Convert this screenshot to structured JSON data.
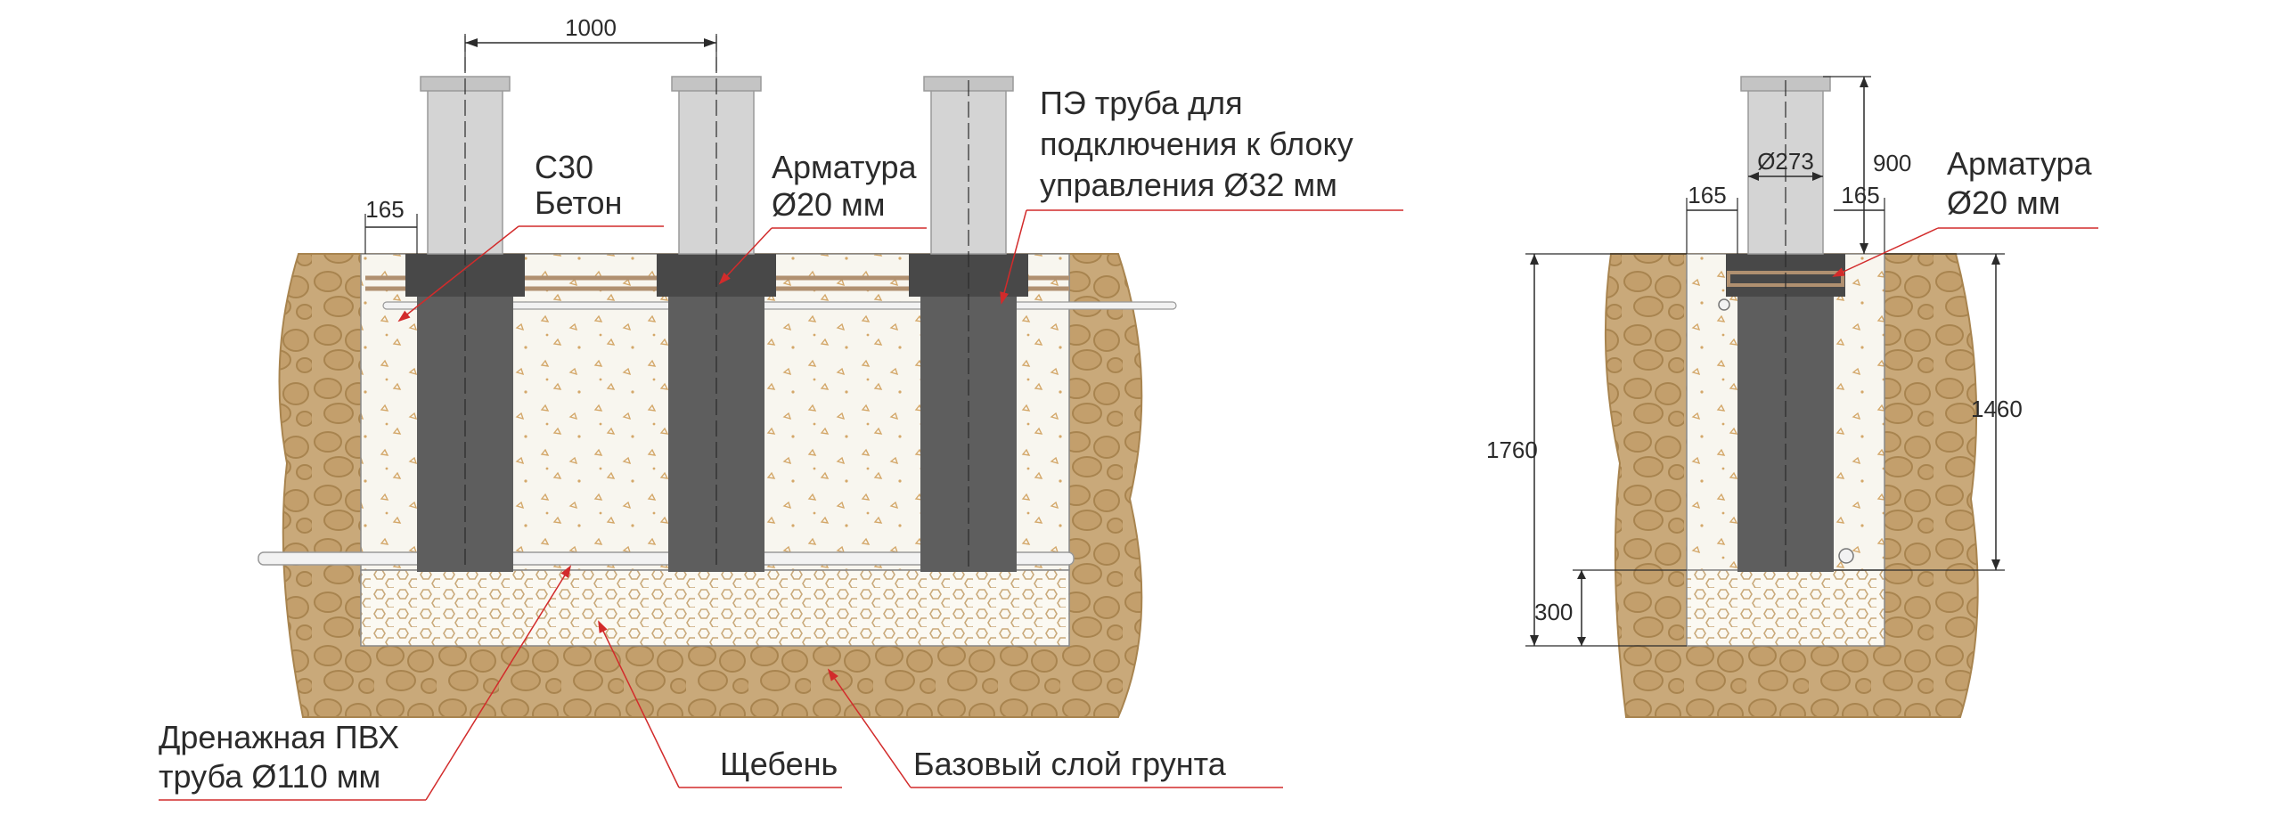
{
  "labels": {
    "concrete_line1": "C30",
    "concrete_line2": "Бетон",
    "rebar_left_line1": "Арматура",
    "rebar_left_line2": "Ø20 мм",
    "pe_pipe_line1": "ПЭ труба для",
    "pe_pipe_line2": "подключения к блоку",
    "pe_pipe_line3": "управления Ø32 мм",
    "rebar_right_line1": "Арматура",
    "rebar_right_line2": "Ø20 мм",
    "drain_line1": "Дренажная ПВХ",
    "drain_line2": "труба Ø110 мм",
    "gravel": "Щебень",
    "soil": "Базовый слой грунта"
  },
  "dimensions": {
    "spacing": "1000",
    "left_offset": "165",
    "right_offset_a": "165",
    "right_offset_b": "165",
    "bollard_height": "900",
    "bollard_diameter": "Ø273",
    "total_depth": "1760",
    "embed_depth": "1460",
    "gravel_depth": "300"
  },
  "colors": {
    "soil": "#c9a97a",
    "soil_stone": "#a8844f",
    "concrete": "#f8f6ef",
    "sleeve": "#5e5e5e",
    "bollard": "#d4d4d4",
    "leader": "#d22b2b",
    "line": "#2b2b2b"
  }
}
